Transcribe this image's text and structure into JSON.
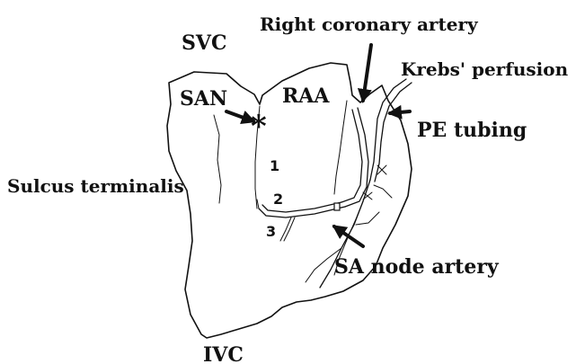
{
  "labels": {
    "svc": "SVC",
    "san": "SAN",
    "raa": "RAA",
    "right_coronary_artery": "Right coronary artery",
    "krebs_perfusion": "Krebs' perfusion",
    "pe_tubing": "PE tubing",
    "sulcus_terminalis": "Sulcus terminalis",
    "sa_node_artery": "SA node artery",
    "ivc": "IVC"
  },
  "branch_numbers": {
    "one": "1",
    "two": "2",
    "three": "3"
  },
  "markers": {
    "san_marker": "*"
  }
}
